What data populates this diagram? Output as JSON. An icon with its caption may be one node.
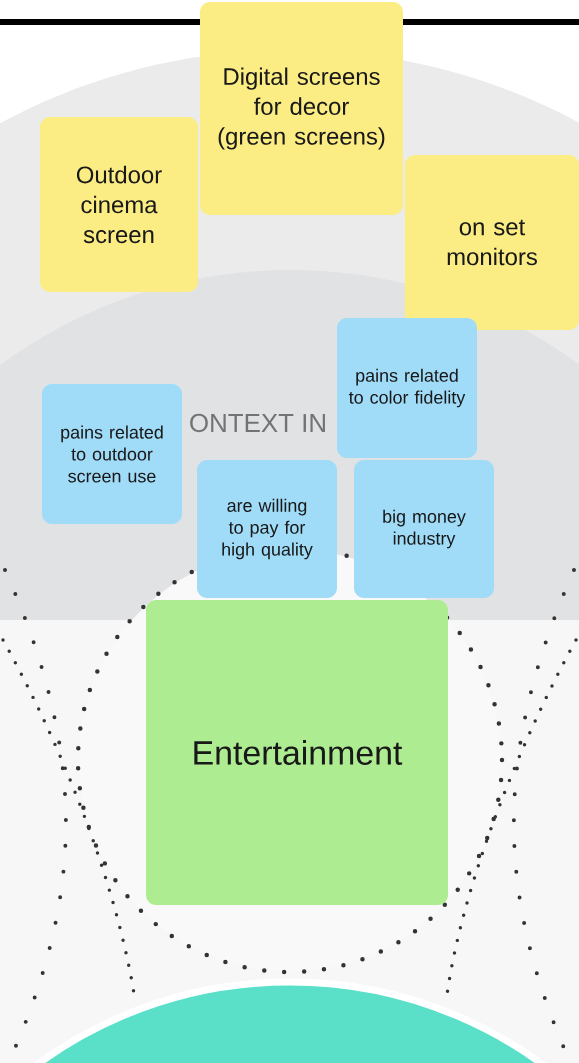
{
  "diagram": {
    "nodes": [
      {
        "text": [
          "Digital screens for decor (green screens)"
        ]
      },
      {
        "text": [
          "Outdoor cinema screen"
        ]
      },
      {
        "text": [
          "on set monitors"
        ]
      },
      {
        "text": [
          "pains related to color fidelity"
        ]
      },
      {
        "text": [
          "pains related to outdoor screen use"
        ]
      },
      {
        "text": [
          "are willing to pay for high quality"
        ]
      },
      {
        "text": [
          "big money industry"
        ]
      },
      {
        "text": [
          "Entertainment"
        ]
      }
    ],
    "labels": [
      "ONTEXT IN"
    ]
  }
}
